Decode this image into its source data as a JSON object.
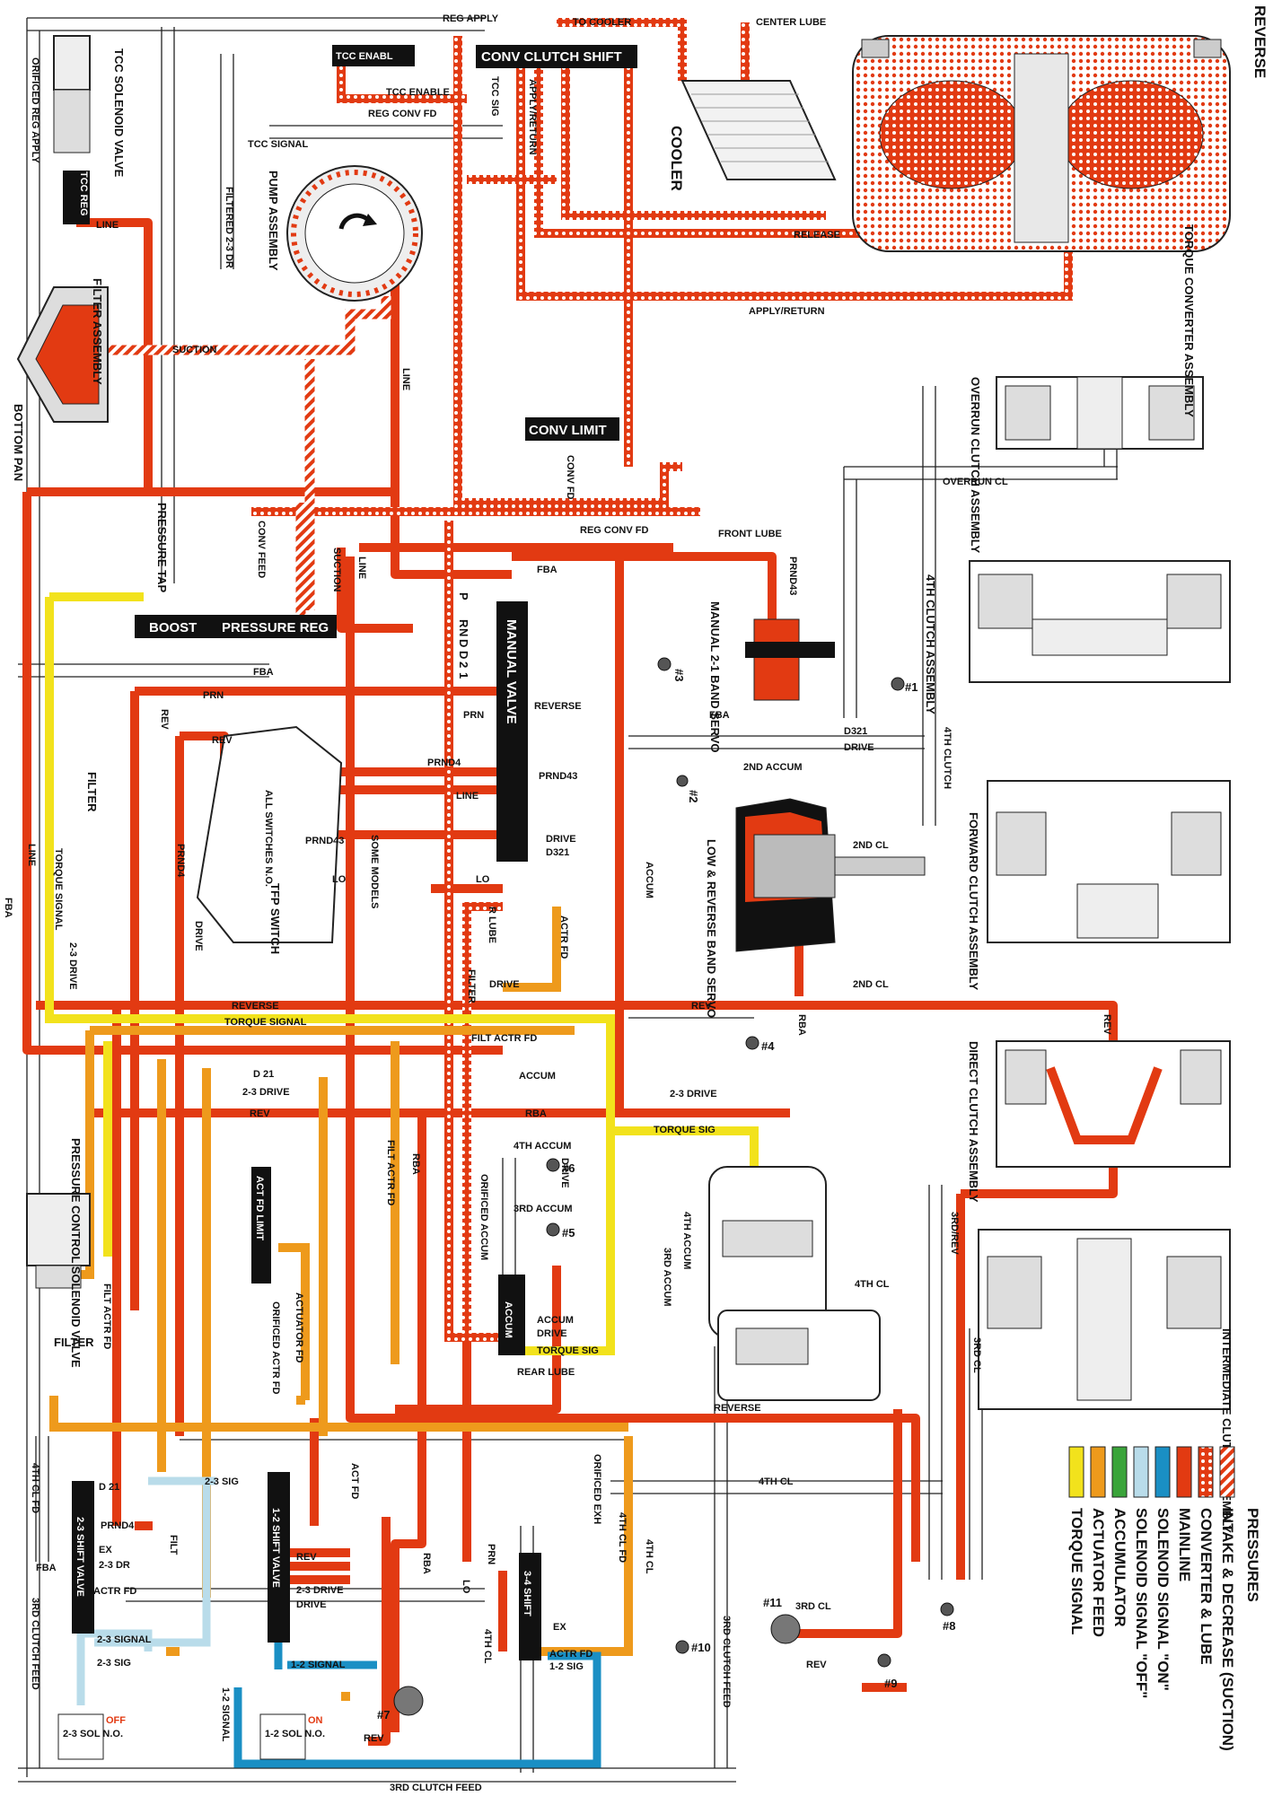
{
  "diagram": {
    "title": "REVERSE",
    "colors": {
      "torque_signal": "#f2e21c",
      "actuator_feed": "#ee9a1c",
      "accumulator": "#3aa43a",
      "solenoid_off": "#b9dcea",
      "solenoid_on": "#1a8fc4",
      "mainline": "#e23a12",
      "converter_lube": "#e23a12",
      "intake": "#e23a12",
      "line_white": "#ffffff",
      "valve_black": "#111111"
    },
    "legend": {
      "heading": "PRESSURES",
      "items": [
        {
          "label": "INTAKE & DECREASE (SUCTION)",
          "swatch": "intake"
        },
        {
          "label": "CONVERTER & LUBE",
          "swatch": "converter_lube"
        },
        {
          "label": "MAINLINE",
          "swatch": "mainline"
        },
        {
          "label": "SOLENOID SIGNAL \"ON\"",
          "swatch": "solenoid_on"
        },
        {
          "label": "SOLENOID SIGNAL \"OFF\"",
          "swatch": "solenoid_off"
        },
        {
          "label": "ACCUMULATOR",
          "swatch": "accumulator"
        },
        {
          "label": "ACTUATOR FEED",
          "swatch": "actuator_feed"
        },
        {
          "label": "TORQUE SIGNAL",
          "swatch": "torque_signal"
        }
      ]
    },
    "assemblies": {
      "torque_converter": "TORQUE CONVERTER ASSEMBLY",
      "cooler": "COOLER",
      "pump": "PUMP ASSEMBLY",
      "filter_assembly": "FILTER ASSEMBLY",
      "bottom_pan": "BOTTOM PAN",
      "overrun_clutch": "OVERRUN CLUTCH ASSEMBLY",
      "fourth_clutch": "4TH CLUTCH ASSEMBLY",
      "forward_clutch": "FORWARD CLUTCH ASSEMBLY",
      "direct_clutch": "DIRECT CLUTCH ASSEMBLY",
      "intermediate_clutch": "INTERMEDIATE CLUTCH ASSEMBLY",
      "manual_21_servo": "MANUAL 2-1 BAND SERVO",
      "low_reverse_servo": "LOW & REVERSE BAND SERVO",
      "tcc_solenoid": "TCC SOLENOID VALVE",
      "pcs_valve": "PRESSURE CONTROL SOLENOID VALVE",
      "pressure_tap": "PRESSURE TAP",
      "tfp_switch": "TFP SWITCH",
      "all_switches": "ALL SWITCHES N.O."
    },
    "valves": {
      "tcc_enable": "TCC ENABL",
      "conv_clutch_shift": "CONV CLUTCH SHIFT",
      "tcc_reg": "TCC REG",
      "conv_limit": "CONV LIMIT",
      "boost": "BOOST",
      "pressure_reg": "PRESSURE REG",
      "manual_valve": "MANUAL VALVE",
      "actr_fd_limit": "ACT FD LIMIT",
      "accum": "ACCUM",
      "shift_23": "2-3 SHIFT VALVE",
      "shift_12": "1-2 SHIFT VALVE",
      "shift_34": "3-4 SHIFT",
      "sol_23": "2-3 SOL N.O.",
      "sol_12": "1-2 SOL N.O.",
      "sol_23_state": "OFF",
      "sol_12_state": "ON"
    },
    "gear_positions": [
      "P",
      "R",
      "N",
      "D",
      "D",
      "2",
      "1"
    ],
    "passages": {
      "reg_apply": "REG APPLY",
      "to_cooler": "TO COOLER",
      "center_lube": "CENTER LUBE",
      "tcc_signal": "TCC SIGNAL",
      "tcc_enable": "TCC ENABLE",
      "reg_conv_fd": "REG CONV FD",
      "tcc_sig": "TCC SIG",
      "apply_return": "APPLY/RETURN",
      "release": "RELEASE",
      "line": "LINE",
      "suction": "SUCTION",
      "filtered_23_dr": "FILTERED 2-3 DR",
      "orificed_reg_apply": "ORIFICED REG APPLY",
      "front_lube": "FRONT LUBE",
      "conv_fd": "CONV FD",
      "conv_feed": "CONV FEED",
      "fba": "FBA",
      "prnd43": "PRND43",
      "prn": "PRN",
      "rev": "REV",
      "reverse": "REVERSE",
      "prnd4": "PRND4",
      "drive": "DRIVE",
      "d321": "D321",
      "d21": "D 21",
      "lo": "LO",
      "ex": "EX",
      "torque_signal": "TORQUE SIGNAL",
      "filt_actr_fd": "FILT ACTR FD",
      "accum": "ACCUM",
      "drive_23": "2-3 DRIVE",
      "rba": "RBA",
      "torque_sig": "TORQUE SIG",
      "fourth_accum": "4TH ACCUM",
      "third_accum": "3RD ACCUM",
      "orificed_accum": "ORIFICED ACCUM",
      "rear_lube": "REAR LUBE",
      "fourth_cl": "4TH CL",
      "third_cl": "3RD CL",
      "second_cl": "2ND CL",
      "second_accum": "2ND ACCUM",
      "overrun_cl": "OVERRUN CL",
      "fourth_clutch": "4TH CLUTCH",
      "third_rev": "3RD/REV",
      "actuator_fd": "ACTUATOR FD",
      "orificed_actr_fd": "ORIFICED ACTR FD",
      "actr_fd": "ACTR FD",
      "act_fd": "ACT FD",
      "signal_23": "2-3 SIGNAL",
      "sig_23": "2-3 SIG",
      "signal_12": "1-2 SIGNAL",
      "sig_12": "1-2 SIG",
      "third_clutch_feed": "3RD CLUTCH FEED",
      "fourth_cl_fd": "4TH CL FD",
      "orificed_exh": "ORIFICED EXH",
      "dr_23": "2-3 DR",
      "filt": "FILT",
      "filter": "FILTER",
      "r_lube": "R LUBE",
      "some_models": "SOME MODELS"
    },
    "check_balls": [
      "#1",
      "#2",
      "#3",
      "#4",
      "#5",
      "#6",
      "#7",
      "#8",
      "#9",
      "#10",
      "#11"
    ]
  }
}
